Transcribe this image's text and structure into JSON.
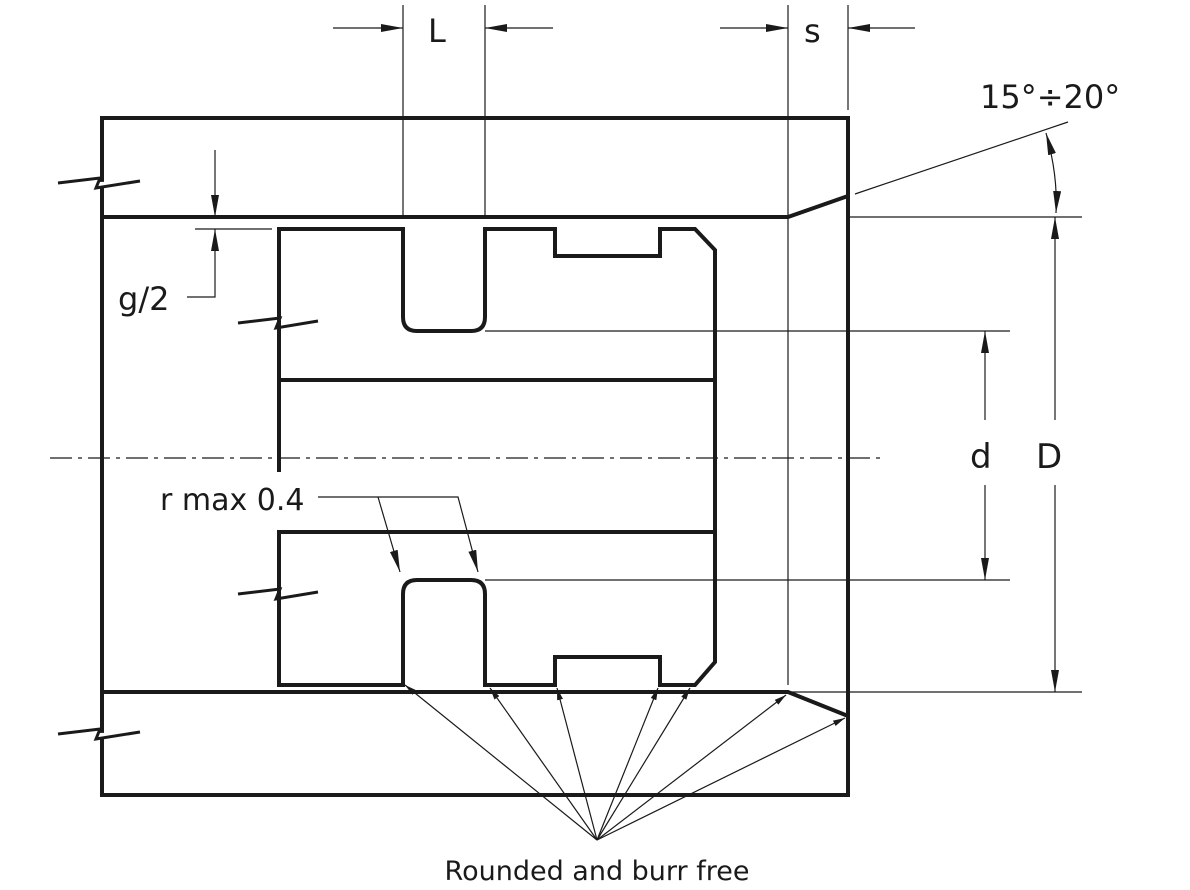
{
  "labels": {
    "L": "L",
    "s": "s",
    "angle": "15°÷20°",
    "g2": "g/2",
    "d": "d",
    "D": "D",
    "radius": "r max 0.4",
    "note": "Rounded and burr free"
  },
  "colors": {
    "housing": "#d9d9d9",
    "seal": "#b3b3b3",
    "line": "#1a1a1a"
  }
}
